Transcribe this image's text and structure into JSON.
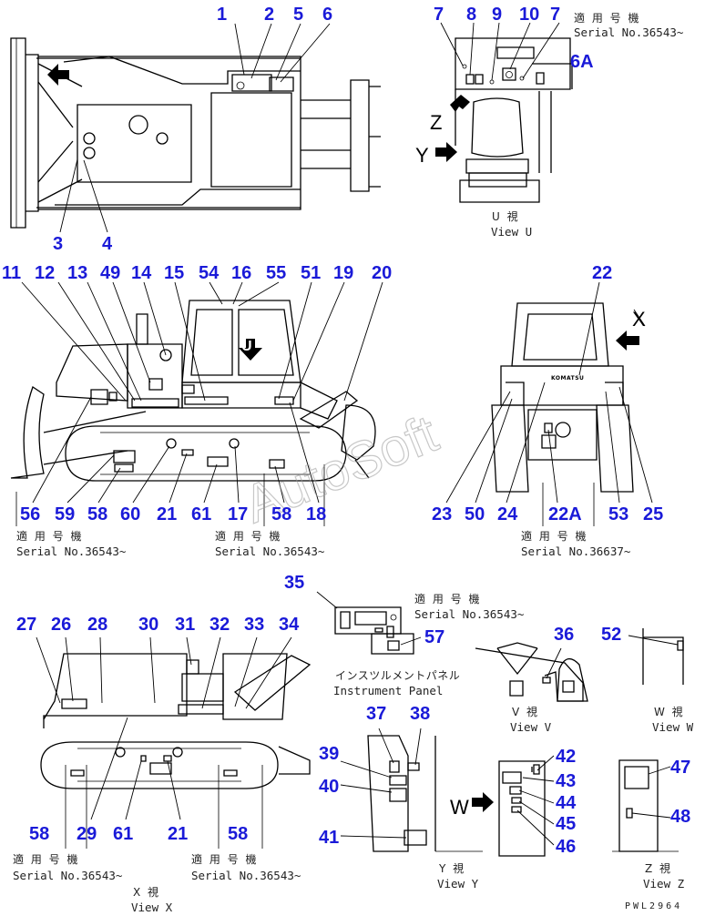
{
  "top_view": {
    "numbers": [
      "1",
      "2",
      "5",
      "6",
      "3",
      "4"
    ]
  },
  "view_u": {
    "numbers": [
      "7",
      "8",
      "9",
      "10",
      "7",
      "6A"
    ],
    "serial_jp": "適 用 号 機",
    "serial": "Serial No.36543~",
    "arrow_z": "Z",
    "arrow_y": "Y",
    "caption_jp": "U 視",
    "caption": "View U"
  },
  "side_view": {
    "top_numbers": [
      "11",
      "12",
      "13",
      "49",
      "14",
      "15",
      "54",
      "16",
      "55",
      "51",
      "19",
      "20"
    ],
    "bottom_numbers": [
      "56",
      "59",
      "58",
      "60",
      "21",
      "61",
      "17",
      "58",
      "18"
    ],
    "cab_marker": "U",
    "serial_left_jp": "適 用 号 機",
    "serial_left": "Serial No.36543~",
    "serial_right_jp": "適 用 号 機",
    "serial_right": "Serial No.36543~"
  },
  "rear_view": {
    "numbers": [
      "22",
      "23",
      "50",
      "24",
      "22A",
      "53",
      "25"
    ],
    "arrow_x": "X",
    "brand": "KOMATSU",
    "serial_jp": "適 用 号 機",
    "serial": "Serial No.36637~"
  },
  "view_x": {
    "top_numbers": [
      "27",
      "26",
      "28",
      "30",
      "31",
      "32",
      "33",
      "34"
    ],
    "bottom_numbers": [
      "58",
      "29",
      "61",
      "21",
      "58"
    ],
    "serial_left_jp": "適 用 号 機",
    "serial_left": "Serial No.36543~",
    "serial_right_jp": "適 用 号 機",
    "serial_right": "Serial No.36543~",
    "caption_jp": "X 視",
    "caption": "View X"
  },
  "instrument_panel": {
    "numbers": [
      "35",
      "57"
    ],
    "serial_jp": "適 用 号 機",
    "serial": "Serial No.36543~",
    "caption_jp": "インスツルメントパネル",
    "caption": "Instrument Panel"
  },
  "view_v": {
    "numbers": [
      "36"
    ],
    "caption_jp": "V 視",
    "caption": "View V"
  },
  "view_w": {
    "numbers": [
      "52"
    ],
    "caption_jp": "W 視",
    "caption": "View W"
  },
  "view_y": {
    "numbers": [
      "37",
      "38",
      "39",
      "40",
      "41",
      "42",
      "43",
      "44",
      "45",
      "46"
    ],
    "arrow_w": "W",
    "caption_jp": "Y 視",
    "caption": "View Y"
  },
  "view_z": {
    "numbers": [
      "47",
      "48"
    ],
    "caption_jp": "Z 視",
    "caption": "View Z"
  },
  "drawing_code": "PWL2964",
  "watermark": "AutoSoft"
}
